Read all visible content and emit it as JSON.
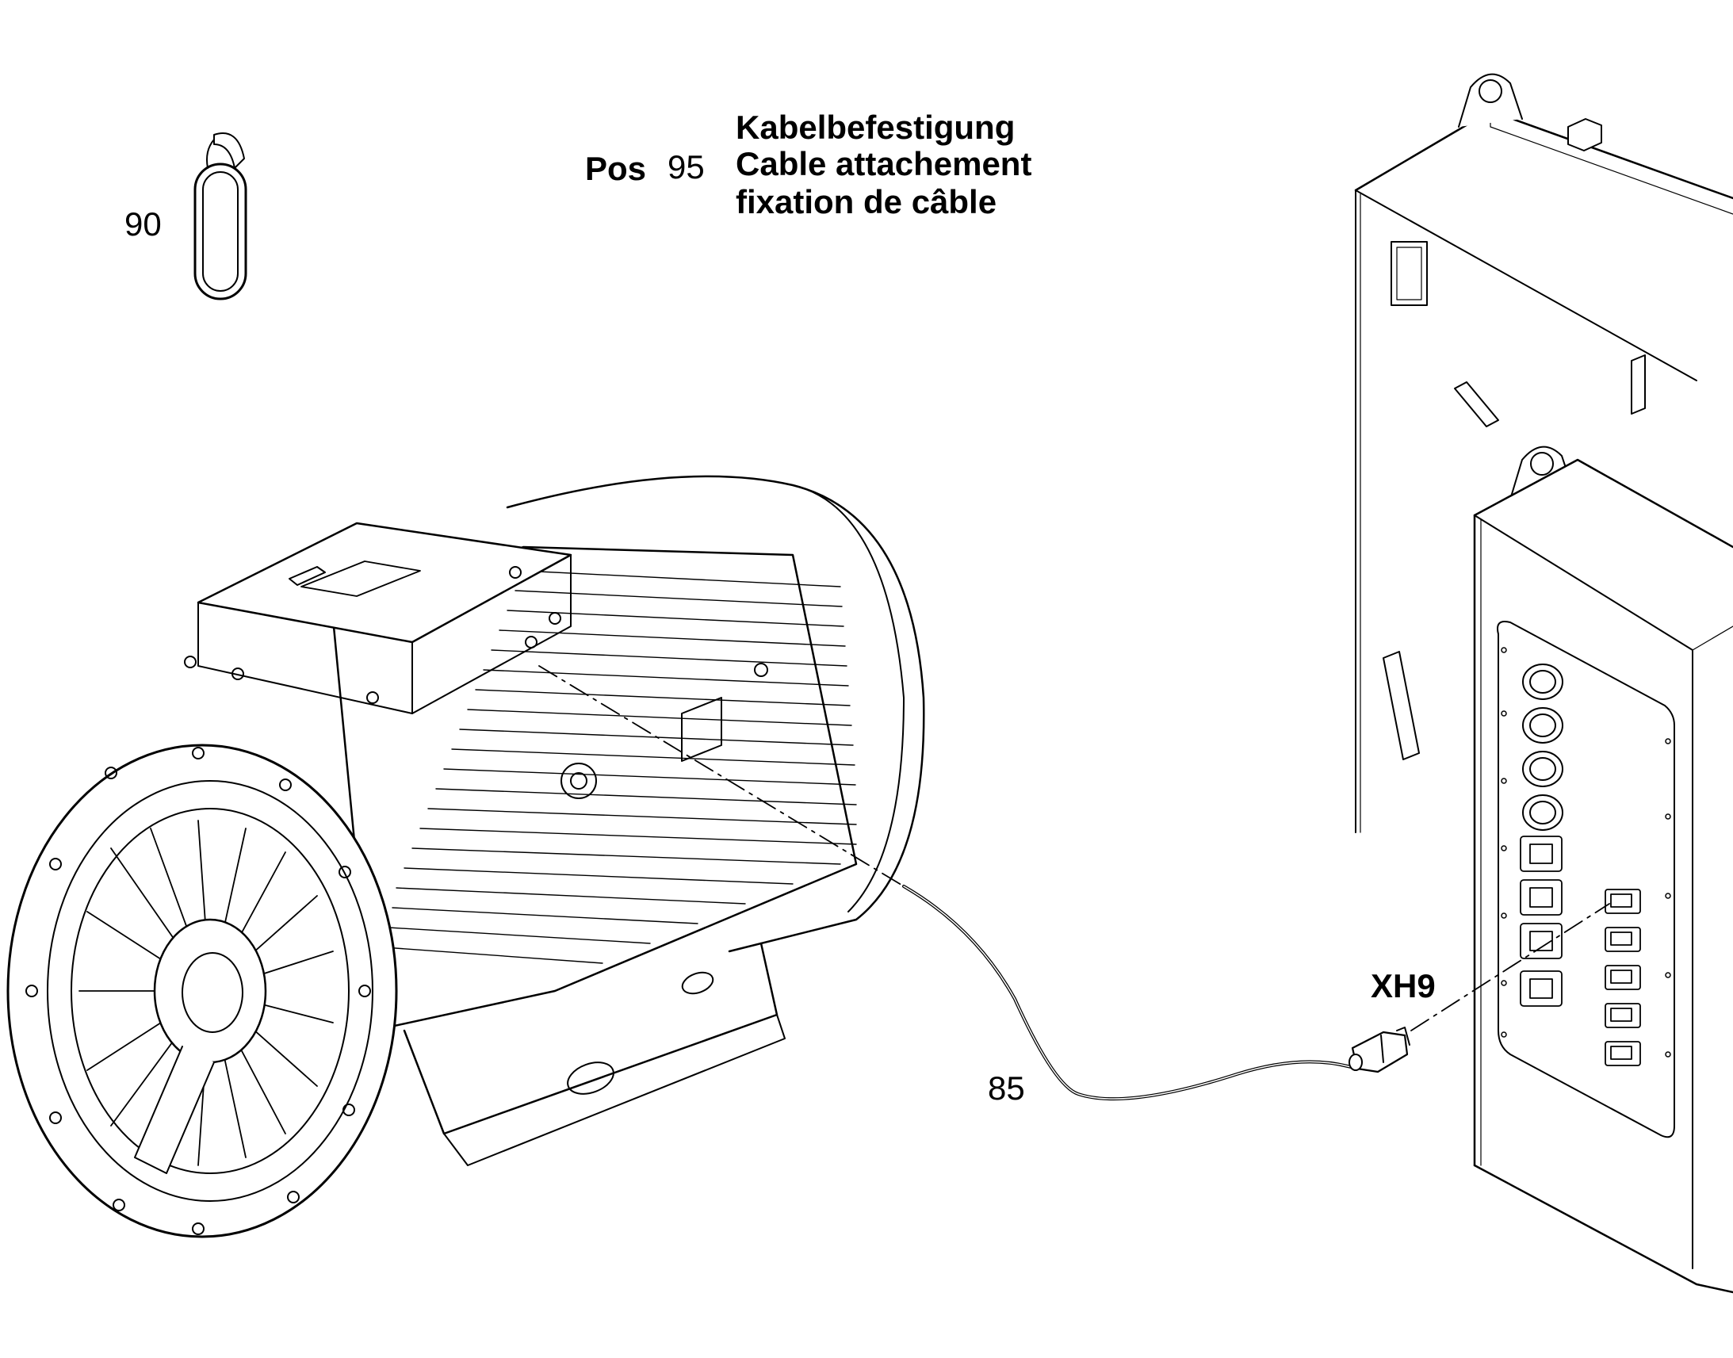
{
  "title_block": {
    "pos_label": "Pos",
    "pos_number": "95",
    "description_de": "Kabelbefestigung",
    "description_en": "Cable attachement",
    "description_fr": "fixation de câble"
  },
  "callouts": {
    "item_90": "90",
    "item_85": "85",
    "connector": "XH9"
  },
  "colors": {
    "line": "#000000",
    "fill_light": "#ffffff",
    "shade": "#e6e6e6"
  }
}
